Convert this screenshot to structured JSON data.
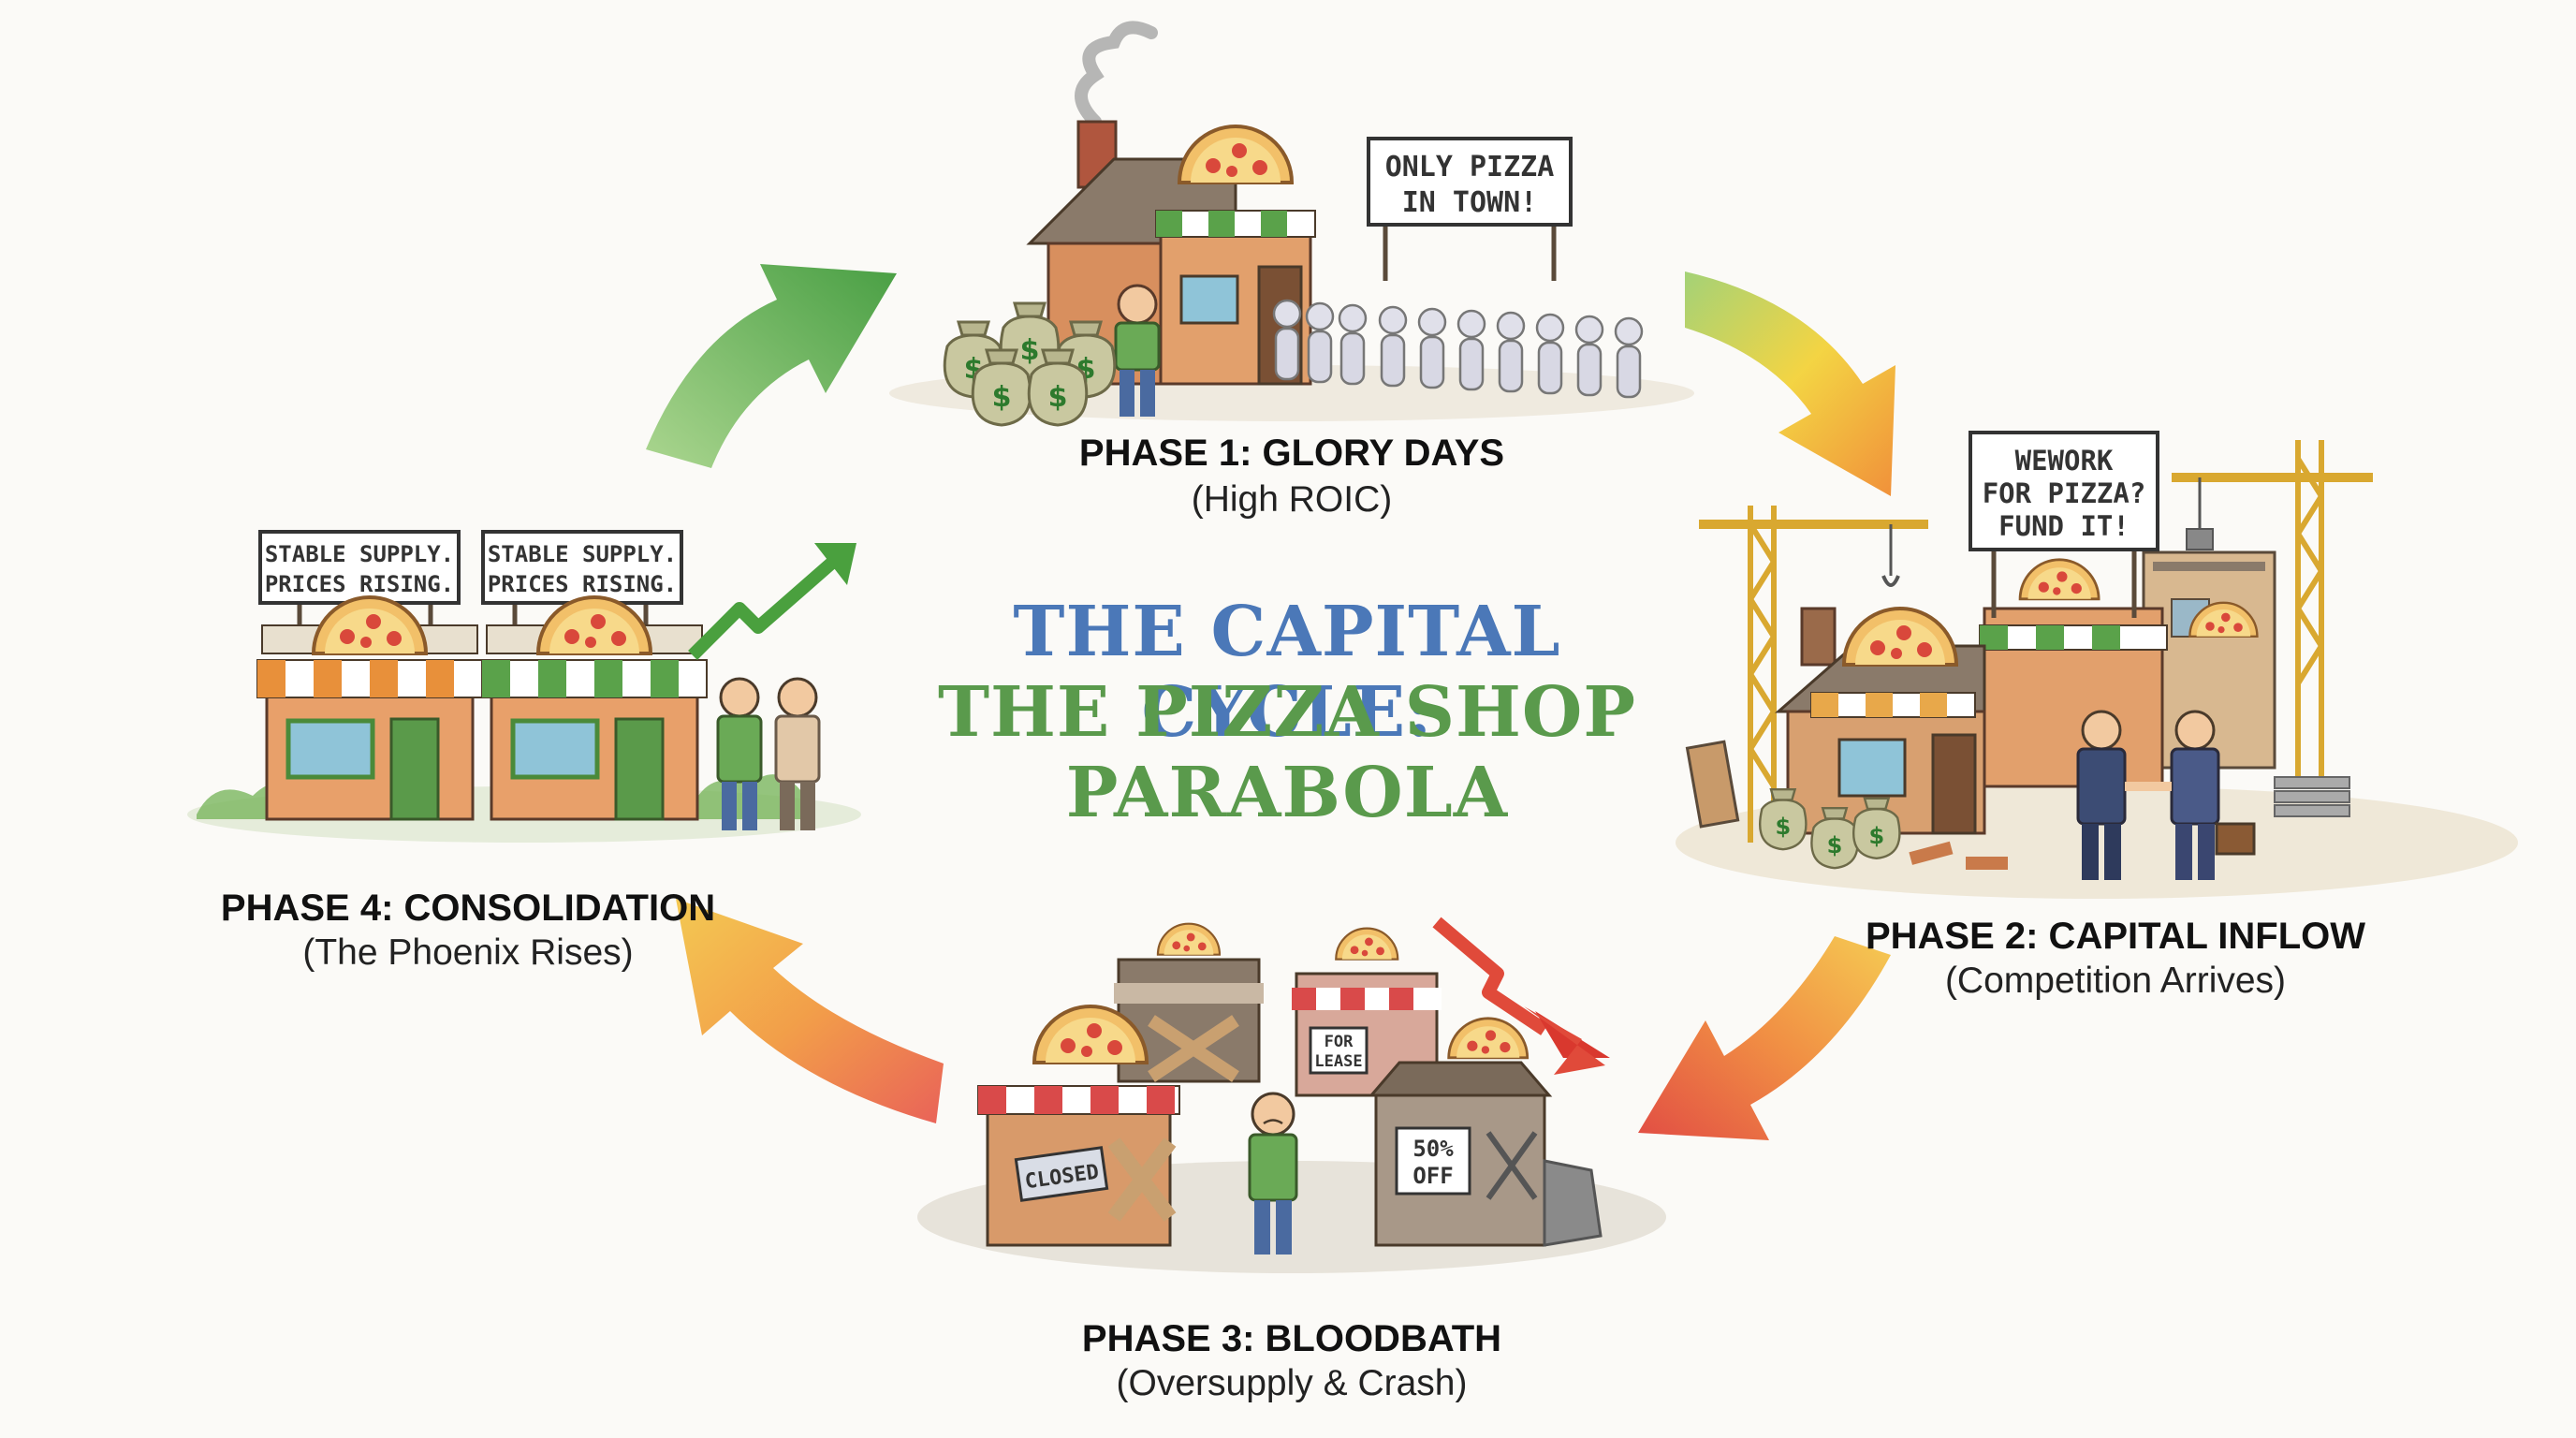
{
  "title": {
    "line1": "THE CAPITAL CYCLE:",
    "line2": "THE PIZZA SHOP",
    "line3": "PARABOLA"
  },
  "phases": [
    {
      "name": "PHASE 1: GLORY DAYS",
      "subtitle": "(High ROIC)"
    },
    {
      "name": "PHASE 2: CAPITAL INFLOW",
      "subtitle": "(Competition Arrives)"
    },
    {
      "name": "PHASE 3: BLOODBATH",
      "subtitle": "(Oversupply & Crash)"
    },
    {
      "name": "PHASE 4: CONSOLIDATION",
      "subtitle": "(The Phoenix Rises)"
    }
  ],
  "signs": {
    "phase1": {
      "line1": "ONLY PIZZA",
      "line2": "IN TOWN!"
    },
    "phase2": {
      "line1": "WEWORK",
      "line2": "FOR PIZZA?",
      "line3": "FUND IT!"
    },
    "phase3_closed": "CLOSED",
    "phase3_lease": {
      "line1": "FOR",
      "line2": "LEASE"
    },
    "phase3_sale": {
      "line1": "50%",
      "line2": "OFF"
    },
    "phase4_left": {
      "line1": "STABLE SUPPLY.",
      "line2": "PRICES RISING."
    },
    "phase4_right": {
      "line1": "STABLE SUPPLY.",
      "line2": "PRICES RISING."
    }
  },
  "money_symbol": "$",
  "colors": {
    "title_blue": "#4b78b8",
    "title_green": "#5a9a4c",
    "arrow_green": "#5aa94a",
    "arrow_yellow": "#f0c030",
    "arrow_orange": "#f08a30",
    "arrow_red": "#e04a3a"
  },
  "icons": [
    "pizza-icon",
    "money-bag-icon",
    "crane-icon",
    "up-trend-icon",
    "down-trend-icon",
    "cycle-arrow-icon"
  ]
}
